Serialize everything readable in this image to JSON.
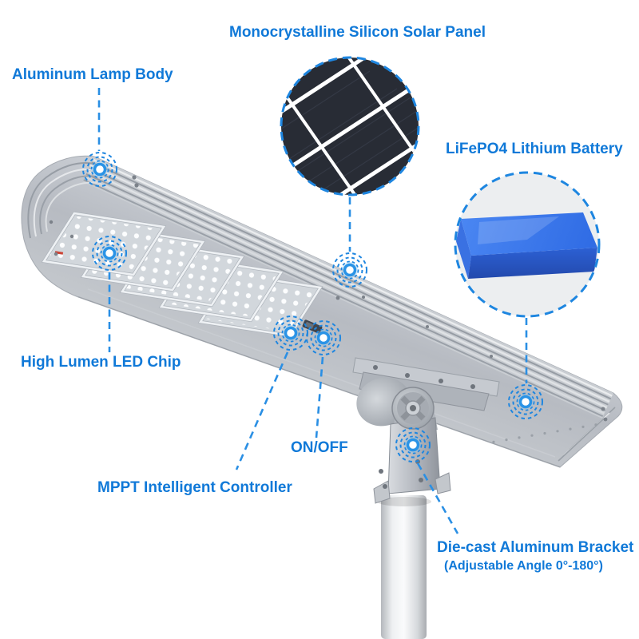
{
  "title": "Solar street light product diagram",
  "labels": {
    "solar_panel": "Monocrystalline Silicon Solar Panel",
    "lamp_body": "Aluminum Lamp Body",
    "battery": "LiFePO4 Lithium Battery",
    "led_chip": "High Lumen LED Chip",
    "on_off": "ON/OFF",
    "mppt": "MPPT Intelligent Controller",
    "bracket_title": "Die-cast Aluminum Bracket",
    "bracket_subtitle": "(Adjustable Angle 0°-180°)"
  },
  "callouts": [
    {
      "name": "aluminum-lamp-body-hotspot"
    },
    {
      "name": "high-lumen-led-chip-hotspot"
    },
    {
      "name": "solar-panel-hotspot"
    },
    {
      "name": "mppt-controller-hotspot"
    },
    {
      "name": "on-off-switch-hotspot"
    },
    {
      "name": "lithium-battery-hotspot"
    },
    {
      "name": "bracket-hotspot"
    }
  ],
  "insets": [
    {
      "name": "solar-panel-closeup"
    },
    {
      "name": "battery-closeup"
    }
  ],
  "colors": {
    "label_text": "#1079d8",
    "callout_blue": "#1e86e0",
    "battery_blue": "#3373ec",
    "solar_panel_dark": "#282c35",
    "lamp_gray": "#c0c4ca"
  }
}
